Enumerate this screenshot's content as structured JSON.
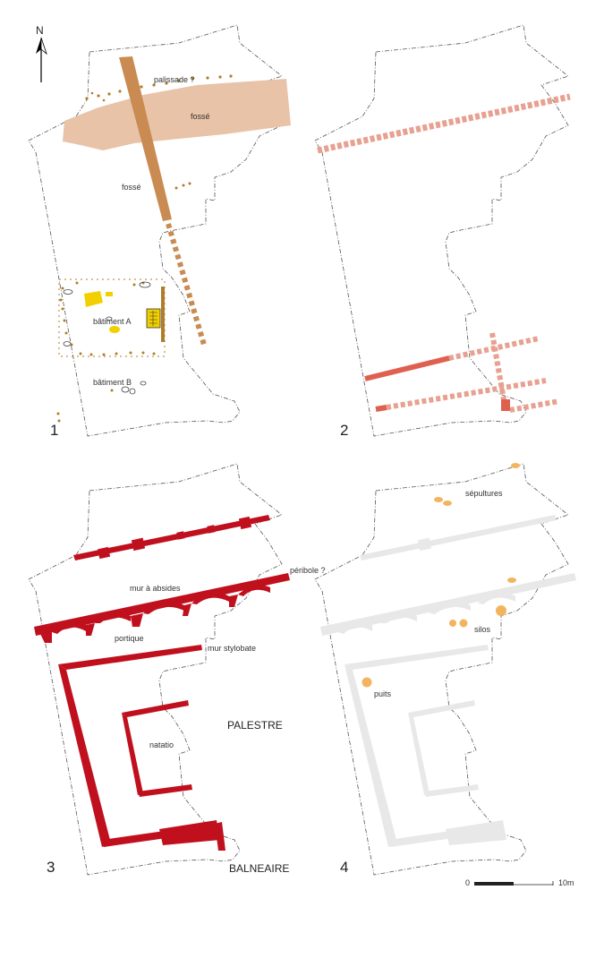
{
  "north_label": "N",
  "colors": {
    "trench": "#c98b52",
    "ditch": "#e8c3a8",
    "phase2": "#e06050",
    "phase3": "#c0101e",
    "phase4_wall": "#e8e8e8",
    "phase4_feature": "#f3b45f",
    "building_fill": "#f2d000",
    "postholes": "#b07d2a"
  },
  "panels": [
    {
      "number": "1",
      "labels": {
        "palisade": "palissade ?",
        "fosse_upper": "fossé",
        "fosse_lower": "fossé",
        "batiment_a": "bâtiment A",
        "batiment_b": "bâtiment B"
      }
    },
    {
      "number": "2",
      "labels": {}
    },
    {
      "number": "3",
      "labels": {
        "peribole": "péribole ?",
        "mur_absides": "mur à absides",
        "portique": "portique",
        "mur_stylobate": "mur stylobate",
        "palestre": "PALESTRE",
        "natatio": "natatio",
        "balneaire": "BALNEAIRE"
      }
    },
    {
      "number": "4",
      "labels": {
        "sepultures": "sépultures",
        "silos": "silos",
        "puits": "puits"
      }
    }
  ],
  "scale_bar": {
    "start": "0",
    "end": "10m"
  }
}
